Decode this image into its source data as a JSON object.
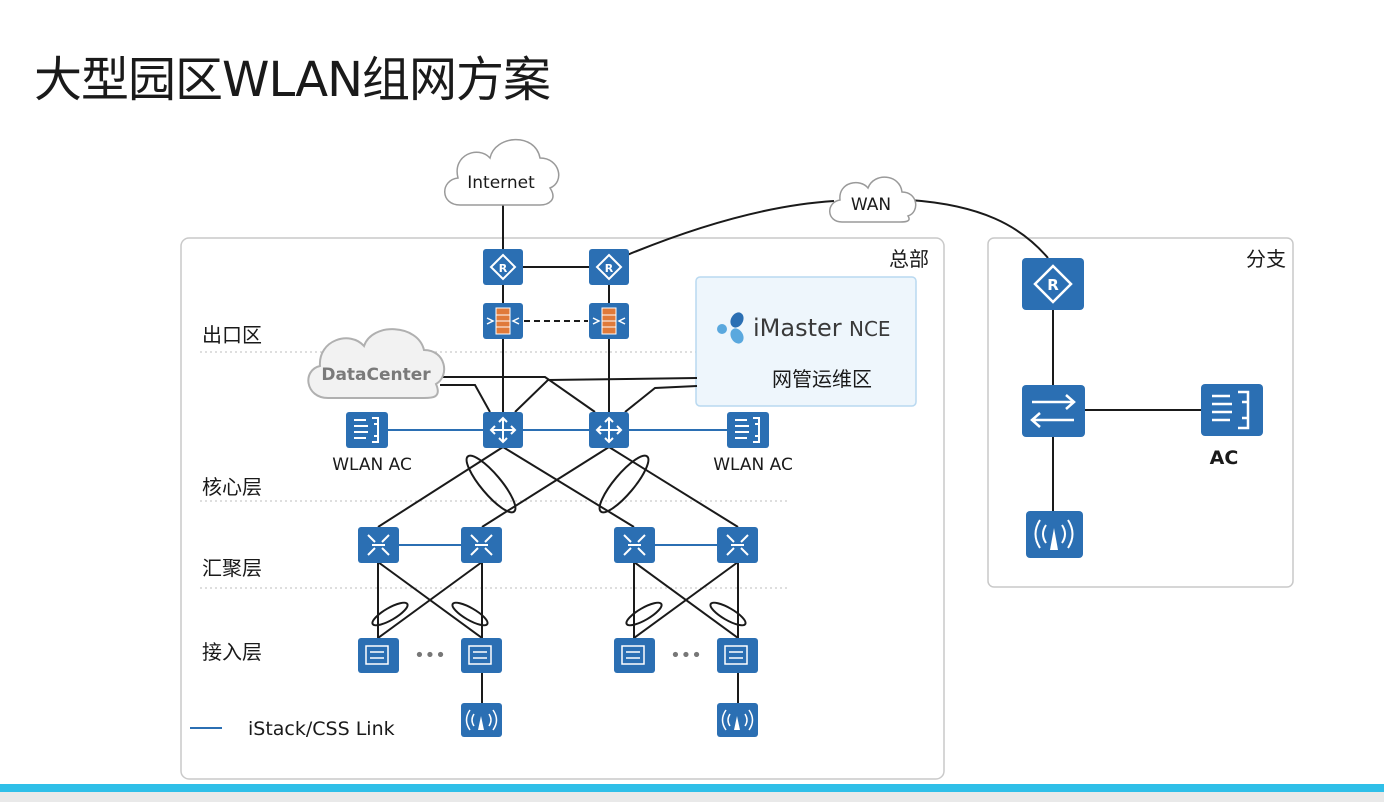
{
  "title": "大型园区WLAN组网方案",
  "colors": {
    "device_blue": "#2b6fb3",
    "stack_link": "#2b6fb3",
    "line": "#1a1a1a",
    "firewall_orange": "#e07a3a",
    "accent_bar": "#2fbfe8"
  },
  "clouds": {
    "internet": "Internet",
    "wan": "WAN",
    "datacenter": "DataCenter"
  },
  "zones": {
    "hq": "总部",
    "branch": "分支"
  },
  "layers": {
    "egress": "出口区",
    "core": "核心层",
    "aggregation": "汇聚层",
    "access": "接入层"
  },
  "nce": {
    "brand": "iMaster",
    "product": "NCE",
    "zone": "网管运维区"
  },
  "device_labels": {
    "wlan_ac_left": "WLAN AC",
    "wlan_ac_right": "WLAN AC",
    "branch_ac": "AC"
  },
  "ellipsis": "•••",
  "legend": {
    "stack_link": "iStack/CSS Link"
  }
}
